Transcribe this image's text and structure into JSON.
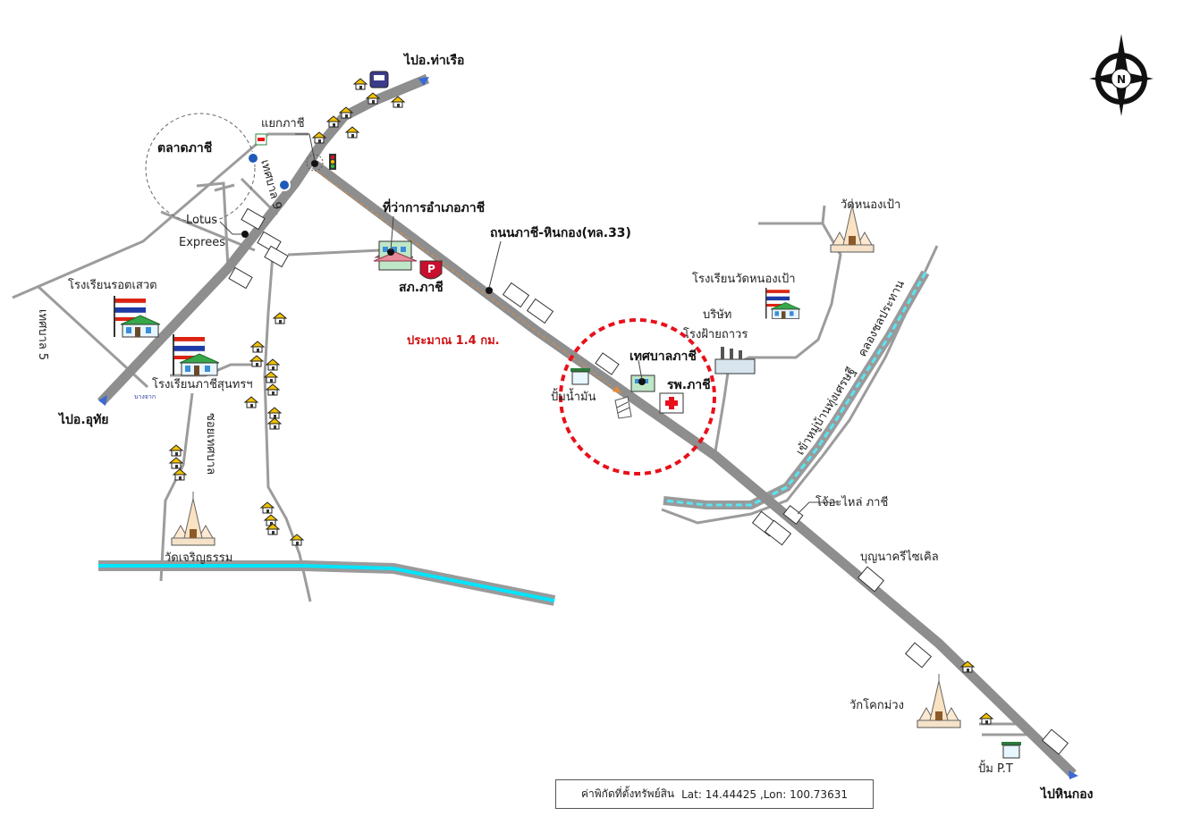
{
  "labels": {
    "to_tha_ruea": "ไปอ.ท่าเรือ",
    "phachi_junction": "แยกภาชี",
    "phachi_market": "ตลาดภาชี",
    "thetsaban_9": "เทศบาล 9",
    "lotus_1": "Lotus",
    "lotus_2": "Exprees",
    "district_office": "ที่ว่าการอำเภอภาชี",
    "road_33": "ถนนภาชี-หินกอง(ทล.33)",
    "police": "สภ.ภาชี",
    "distance": "ประมาณ 1.4 กม.",
    "rot_sawet_school": "โรงเรียนรอตเสวต",
    "thetsaban_5": "เทศบาล 5",
    "phachi_sunthorn_school": "โรงเรียนภาชีสุนทรฯ",
    "to_uthai": "ไปอ.อุทัย",
    "soi_thetsaban": "ซอยเทศบาล",
    "wat_charoen": "วัดเจริญธรรม",
    "wat_nong_pao": "วัดหนองเป้า",
    "wat_nong_pao_school": "โรงเรียนวัดหนองเป้า",
    "company_1": "บริษัท",
    "company_2": "โรงฝ้ายถาวร",
    "municipality": "เทศบาลภาชี",
    "hospital": "รพ.ภาชี",
    "gas_station": "ปั้มน้ำมัน",
    "canal": "คลองชลประทาน",
    "to_village": "เข้าหมู่บ้านทุ่งเศรษฐี",
    "jo_parts": "โจ้อะไหล่ ภาชี",
    "bunyanakhi": "บุญนาครีไซเคิล",
    "wat_khok_muang": "วักโคกม่วง",
    "pump_pt": "ปั้ม P.T",
    "to_hin_kong": "ไปหินกอง",
    "north": "N"
  },
  "coordinates": {
    "label": "ค่าพิกัดที่ตั้งทรัพย์สิน",
    "lat": "Lat: 14.44425",
    "lon": ",Lon: 100.73631"
  },
  "colors": {
    "road": "#8e8e8e",
    "minor_road": "#9c9c9c",
    "canal": "#00e5ff",
    "highlight_circle": "#e8101a",
    "distance_text": "#d01010",
    "route_line": "#e08a3c"
  },
  "icons": {
    "temple": "temple-icon",
    "school": "school-flag-icon",
    "hospital": "red-cross-icon",
    "police": "parking-shield-icon",
    "train": "train-icon",
    "traffic_light": "traffic-light-icon",
    "compass": "compass-rose-icon",
    "house": "house-icon",
    "gas": "gas-station-icon"
  }
}
